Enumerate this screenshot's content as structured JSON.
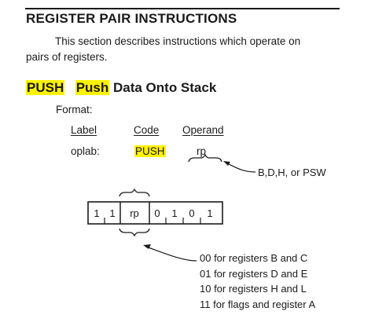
{
  "section_title": "REGISTER PAIR INSTRUCTIONS",
  "intro_lines": [
    "This section describes instructions which operate on",
    "pairs of registers."
  ],
  "instruction": {
    "mnemonic": "PUSH",
    "name_highlight": "Push",
    "name_rest": " Data Onto Stack"
  },
  "format_label": "Format:",
  "columns": {
    "label": "Label",
    "code": "Code",
    "operand": "Operand"
  },
  "row": {
    "label": "oplab:",
    "code": "PUSH",
    "operand": "rp"
  },
  "operand_values": "B,D,H, or PSW",
  "opcode_bits": {
    "b7": "1",
    "b6": "1",
    "field": "rp",
    "b3": "0",
    "b2": "1",
    "b1": "0",
    "b0": "1"
  },
  "encodings": [
    "00 for registers B and C",
    "01 for registers D and E",
    "10 for registers H and L",
    "11 for flags and register A"
  ],
  "colors": {
    "highlight": "#fff200",
    "ink": "#1a1a1a"
  }
}
